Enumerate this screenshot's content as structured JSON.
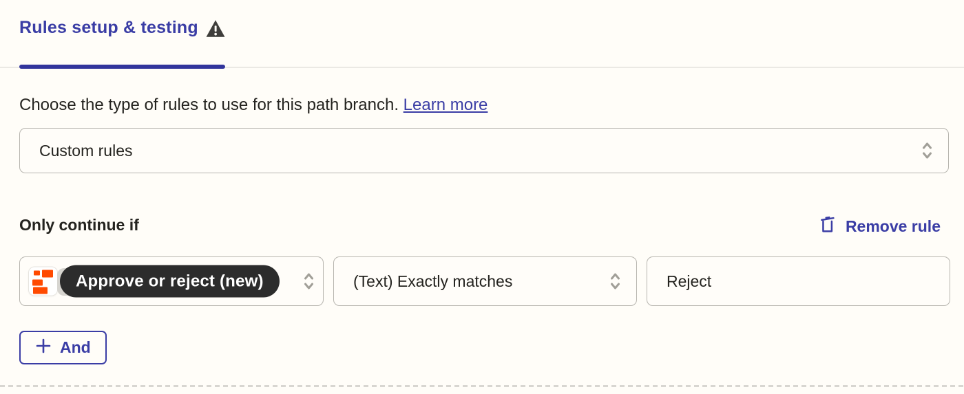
{
  "colors": {
    "background": "#fffdf8",
    "accent_indigo": "#3a3da5",
    "active_tab_underline": "#32359c",
    "field_border": "#b7b5af",
    "token_pill_bg": "#2c2c2c",
    "app_icon_orange": "#ff4a00",
    "warning_icon": "#3f3e3b",
    "text": "#24231f"
  },
  "tab": {
    "label": "Rules setup & testing",
    "warning_icon": "warning-triangle",
    "active": true
  },
  "description": {
    "text": "Choose the type of rules to use for this path branch. ",
    "link": "Learn more"
  },
  "rule_type_select": {
    "value": "Custom rules",
    "chevron_icon": "chevron-up-down"
  },
  "rule_section": {
    "heading": "Only continue if",
    "remove_button": {
      "label": "Remove rule",
      "icon": "trash"
    },
    "condition": {
      "field_token": "Approve or reject (new)",
      "field_app_icon": "approval-app",
      "operator": "(Text) Exactly matches",
      "value": "Reject"
    },
    "and_button": {
      "label": "And",
      "icon": "plus"
    }
  }
}
